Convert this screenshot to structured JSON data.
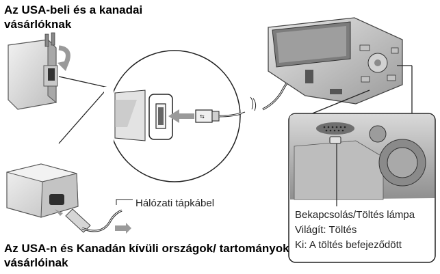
{
  "headings": {
    "usa_canada": "Az USA-beli és a kanadai vásárlóknak",
    "other_countries": "Az USA-n és Kanadán kívüli országok/ tartományok vásárlóinak"
  },
  "labels": {
    "power_cord": "Hálózati tápkábel",
    "lamp_title": "Bekapcsolás/Töltés lámpa",
    "lamp_on": "Világít: Töltés",
    "lamp_off": "Ki: A töltés befejeződött"
  }
}
